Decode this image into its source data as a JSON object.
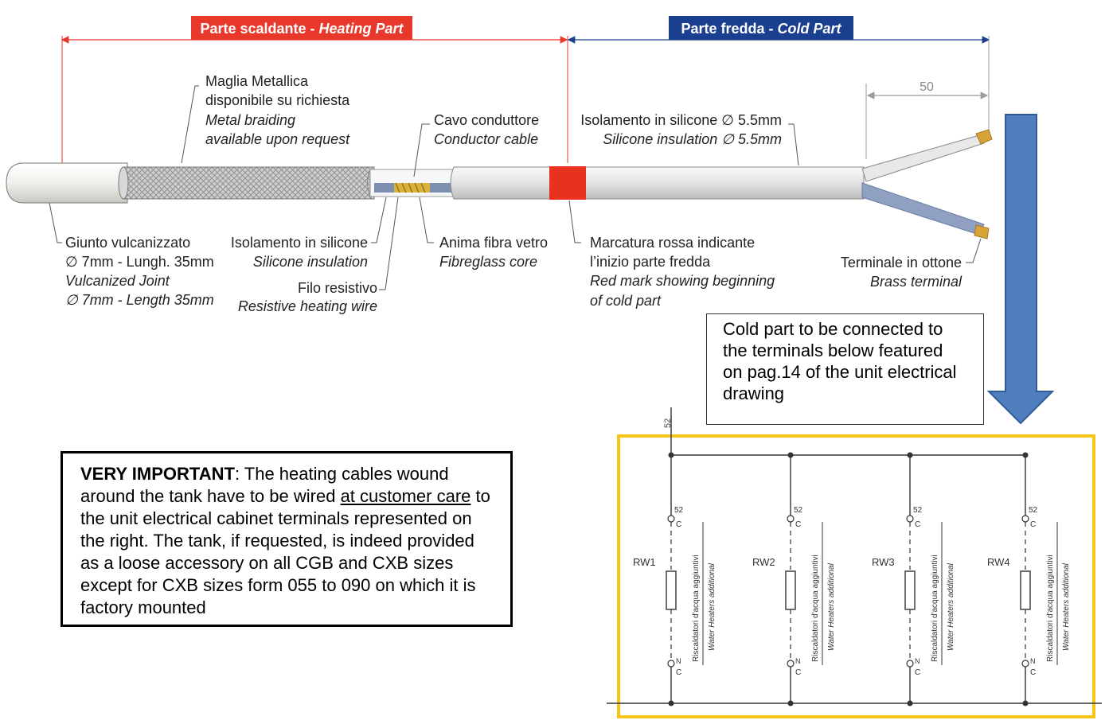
{
  "colors": {
    "heating_accent": "#e8382b",
    "cold_accent": "#1a3f8f",
    "arrow_fill": "#4f7fbf",
    "highlight_frame": "#f5c518",
    "cable_grey": "#e6e6e6",
    "red_mark": "#e8321e"
  },
  "headers": {
    "heating": {
      "prefix": "Parte scaldante - ",
      "italic": "Heating Part"
    },
    "cold": {
      "prefix": "Parte fredda - ",
      "italic": "Cold Part"
    }
  },
  "dimension_50": "50",
  "labels": {
    "maglia": [
      "Maglia Metallica",
      "disponibile su richiesta",
      "Metal braiding",
      "available upon request"
    ],
    "cavo": [
      "Cavo conduttore",
      "Conductor cable"
    ],
    "isolamento_top": [
      "Isolamento in silicone ∅ 5.5mm",
      "Silicone insulation ∅ 5.5mm"
    ],
    "giunto": [
      "Giunto vulcanizzato",
      "∅ 7mm - Lungh. 35mm",
      "Vulcanized Joint",
      "∅ 7mm - Length 35mm"
    ],
    "isolamento_bottom": [
      "Isolamento in silicone",
      "Silicone insulation"
    ],
    "filo": [
      "Filo resistivo",
      "Resistive heating wire"
    ],
    "anima": [
      "Anima fibra vetro",
      "Fibreglass core"
    ],
    "marcatura": [
      "Marcatura rossa indicante",
      "l’inizio parte fredda",
      "Red mark showing beginning",
      "of cold part"
    ],
    "terminale": [
      "Terminale in ottone",
      "Brass terminal"
    ]
  },
  "note_box": "Cold part to be connected to the terminals below featured on pag.14 of the unit electrical drawing",
  "important": {
    "bold": "VERY IMPORTANT",
    "part1": ": The heating cables wound around the tank have to be wired ",
    "underline": "at customer care",
    "part2": " to the unit electrical cabinet terminals represented on the right. The tank, if requested, is indeed provided as a loose accessory on all CGB and CXB sizes except for CXB sizes form 055 to 090 on which it is factory mounted"
  },
  "schematic": {
    "wire_top": "52",
    "terminal_top": "52",
    "terminal_top_sub": "C",
    "terminal_bottom": "N",
    "terminal_bottom_sub": "C",
    "heaters": [
      {
        "name": "RW1",
        "desc_it": "Riscaldatori d'acqua aggiuntivi",
        "desc_en": "Water Heaters additional"
      },
      {
        "name": "RW2",
        "desc_it": "Riscaldatori d'acqua aggiuntivi",
        "desc_en": "Water Heaters additional"
      },
      {
        "name": "RW3",
        "desc_it": "Riscaldatori d'acqua aggiuntivi",
        "desc_en": "Water Heaters additional"
      },
      {
        "name": "RW4",
        "desc_it": "Riscaldatori d'acqua aggiuntivi",
        "desc_en": "Water Heaters additional"
      }
    ]
  }
}
